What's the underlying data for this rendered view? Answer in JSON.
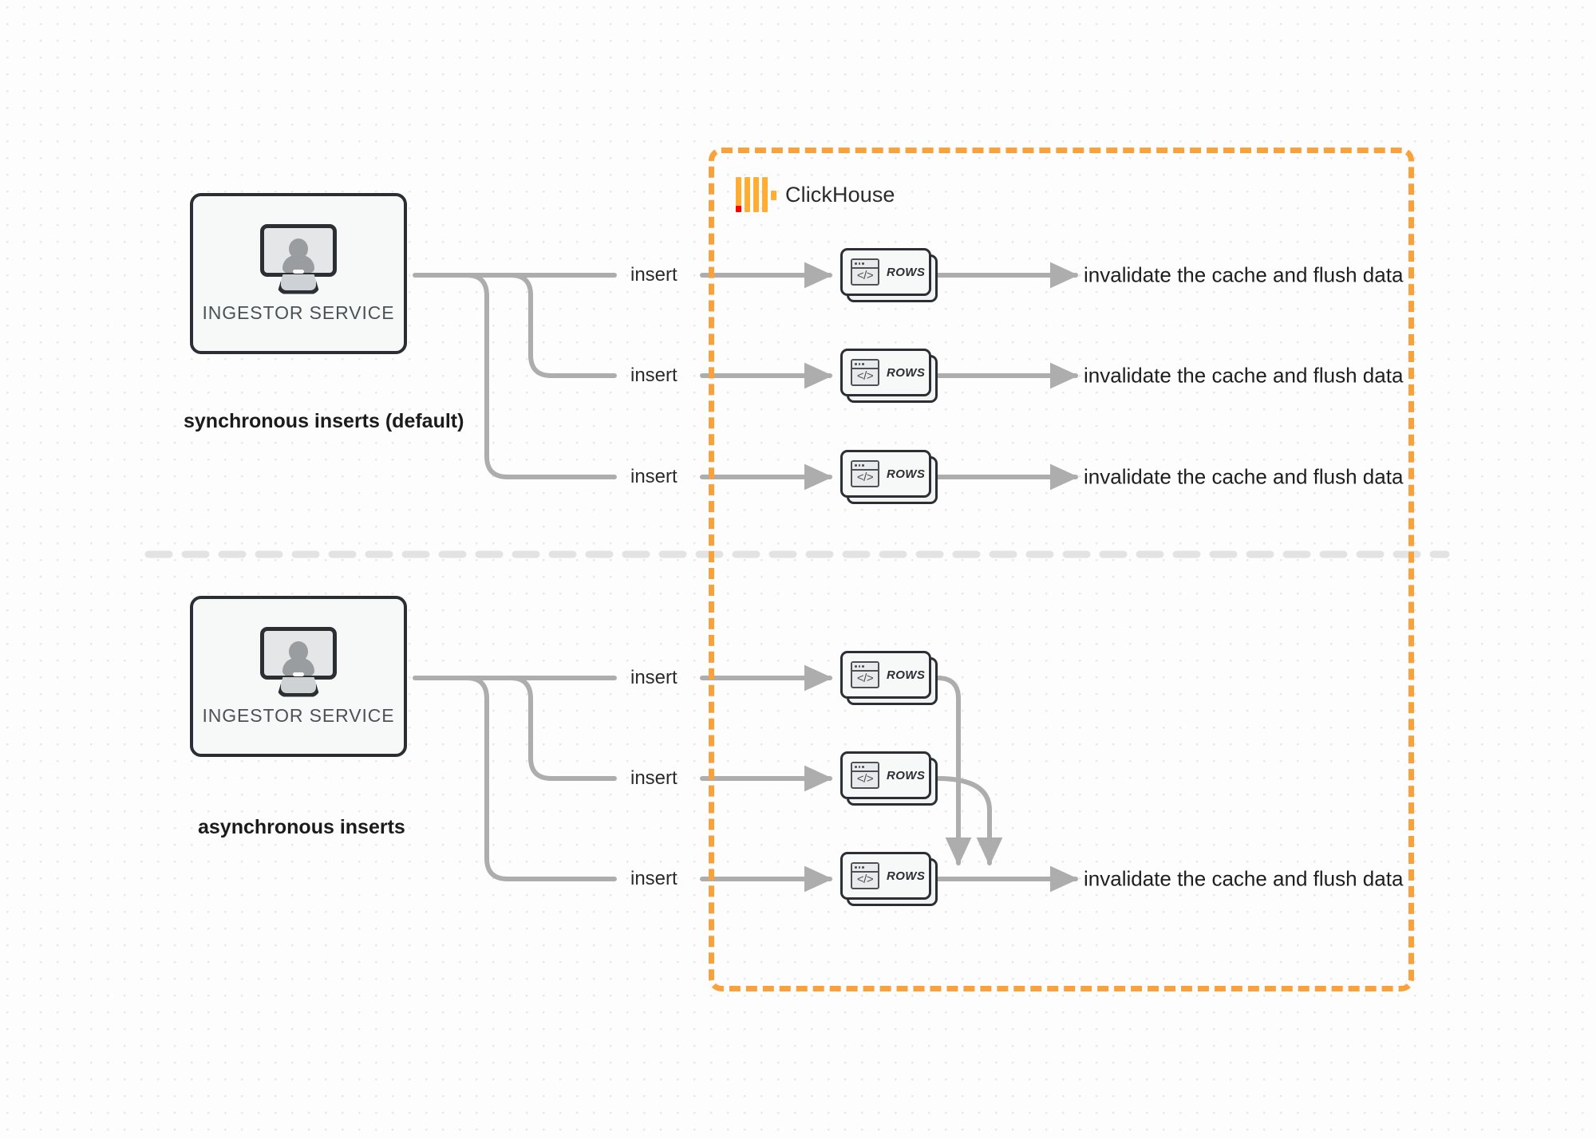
{
  "diagram": {
    "title": "ClickHouse synchronous vs asynchronous inserts",
    "colors": {
      "boundary_orange": "#f9a13a",
      "logo_orange": "#ffae33",
      "logo_red": "#fa0000",
      "connector_gray": "#adadad",
      "node_outline": "#2b2f33",
      "canvas_bg": "#fdfdfd",
      "dot_grid": "#e8e8e8",
      "divider_gray": "#e3e3e3"
    }
  },
  "clickhouse": {
    "name": "ClickHouse",
    "logo_icon": "clickhouse-logo-icon"
  },
  "sections": [
    {
      "id": "synchronous",
      "group_label": "synchronous inserts (default)",
      "service": {
        "label": "INGESTOR SERVICE",
        "icon": "monitor-user-icon"
      },
      "rows_nodes": [
        {
          "label": "ROWS",
          "icon": "code-window-icon"
        },
        {
          "label": "ROWS",
          "icon": "code-window-icon"
        },
        {
          "label": "ROWS",
          "icon": "code-window-icon"
        }
      ],
      "edge_labels": [
        "insert",
        "insert",
        "insert"
      ],
      "sink_labels": [
        "invalidate the cache and flush data",
        "invalidate the cache and flush data",
        "invalidate the cache and flush data"
      ]
    },
    {
      "id": "asynchronous",
      "group_label": "asynchronous inserts",
      "service": {
        "label": "INGESTOR SERVICE",
        "icon": "monitor-user-icon"
      },
      "rows_nodes": [
        {
          "label": "ROWS",
          "icon": "code-window-icon"
        },
        {
          "label": "ROWS",
          "icon": "code-window-icon"
        },
        {
          "label": "ROWS",
          "icon": "code-window-icon"
        }
      ],
      "edge_labels": [
        "insert",
        "insert",
        "insert"
      ],
      "sink_labels": [
        "invalidate the cache and flush data"
      ]
    }
  ]
}
